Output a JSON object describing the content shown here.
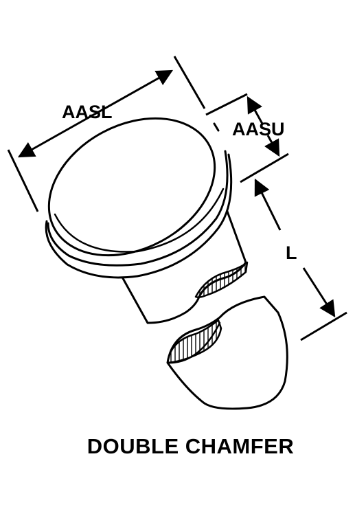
{
  "diagram": {
    "dimensions": {
      "aasl": "AASL",
      "aasu": "AASU",
      "length": "L"
    },
    "caption": "DOUBLE CHAMFER"
  }
}
